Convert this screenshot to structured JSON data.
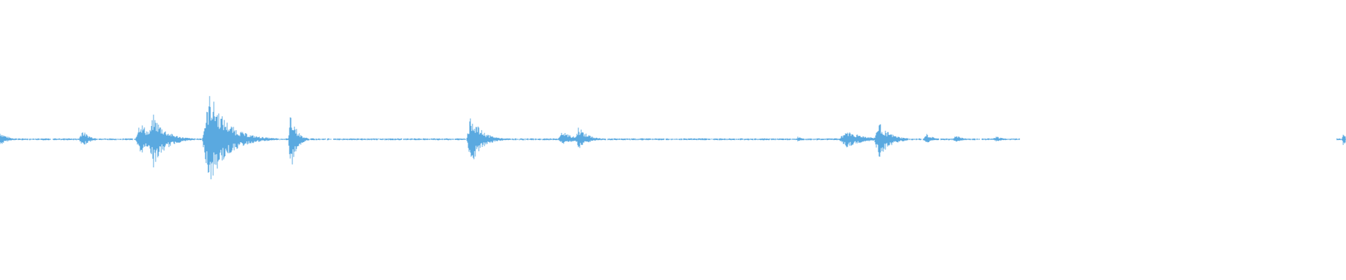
{
  "waveform": {
    "color": "#5aa9e0",
    "background": "#ffffff",
    "duration_fraction_played": 1.0,
    "visible_span_end_fraction": 0.758,
    "tail_clip_start_fraction": 0.993,
    "baseline_amplitude": 0.012,
    "events": [
      {
        "position": 0.0,
        "peak_up": 0.1,
        "peak_down": 0.08,
        "spread": 0.004
      },
      {
        "position": 0.061,
        "peak_up": 0.12,
        "peak_down": 0.1,
        "spread": 0.004
      },
      {
        "position": 0.104,
        "peak_up": 0.23,
        "peak_down": 0.2,
        "spread": 0.006
      },
      {
        "position": 0.114,
        "peak_up": 0.3,
        "peak_down": 0.34,
        "spread": 0.007
      },
      {
        "position": 0.156,
        "peak_up": 0.57,
        "peak_down": 0.55,
        "spread": 0.01
      },
      {
        "position": 0.216,
        "peak_up": 0.39,
        "peak_down": 0.44,
        "spread": 0.003
      },
      {
        "position": 0.35,
        "peak_up": 0.3,
        "peak_down": 0.33,
        "spread": 0.006
      },
      {
        "position": 0.418,
        "peak_up": 0.1,
        "peak_down": 0.07,
        "spread": 0.006
      },
      {
        "position": 0.43,
        "peak_up": 0.16,
        "peak_down": 0.12,
        "spread": 0.005
      },
      {
        "position": 0.593,
        "peak_up": 0.04,
        "peak_down": 0.03,
        "spread": 0.003
      },
      {
        "position": 0.629,
        "peak_up": 0.11,
        "peak_down": 0.1,
        "spread": 0.01
      },
      {
        "position": 0.653,
        "peak_up": 0.21,
        "peak_down": 0.24,
        "spread": 0.006
      },
      {
        "position": 0.688,
        "peak_up": 0.07,
        "peak_down": 0.05,
        "spread": 0.004
      },
      {
        "position": 0.71,
        "peak_up": 0.05,
        "peak_down": 0.04,
        "spread": 0.004
      },
      {
        "position": 0.74,
        "peak_up": 0.04,
        "peak_down": 0.03,
        "spread": 0.004
      },
      {
        "position": 0.998,
        "peak_up": 0.08,
        "peak_down": 0.08,
        "spread": 0.002
      }
    ]
  }
}
